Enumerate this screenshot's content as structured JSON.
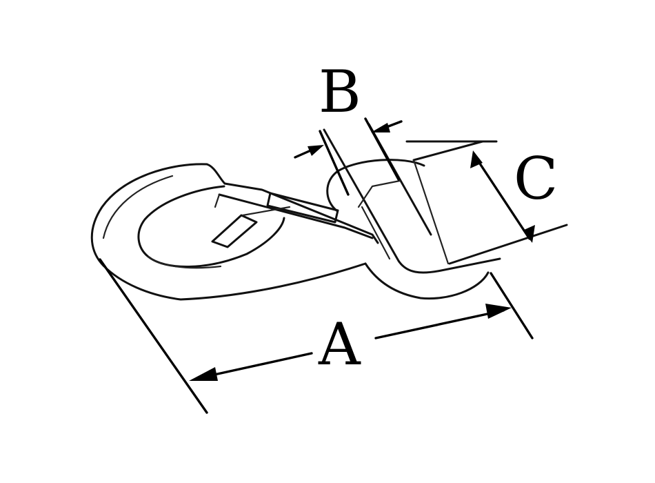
{
  "figure": {
    "subject": "snap hook",
    "colors": {
      "ink": "#000000",
      "paper": "#ffffff"
    },
    "dimensions": [
      {
        "key": "A",
        "label": "A"
      },
      {
        "key": "B",
        "label": "B"
      },
      {
        "key": "C",
        "label": "C"
      }
    ]
  }
}
